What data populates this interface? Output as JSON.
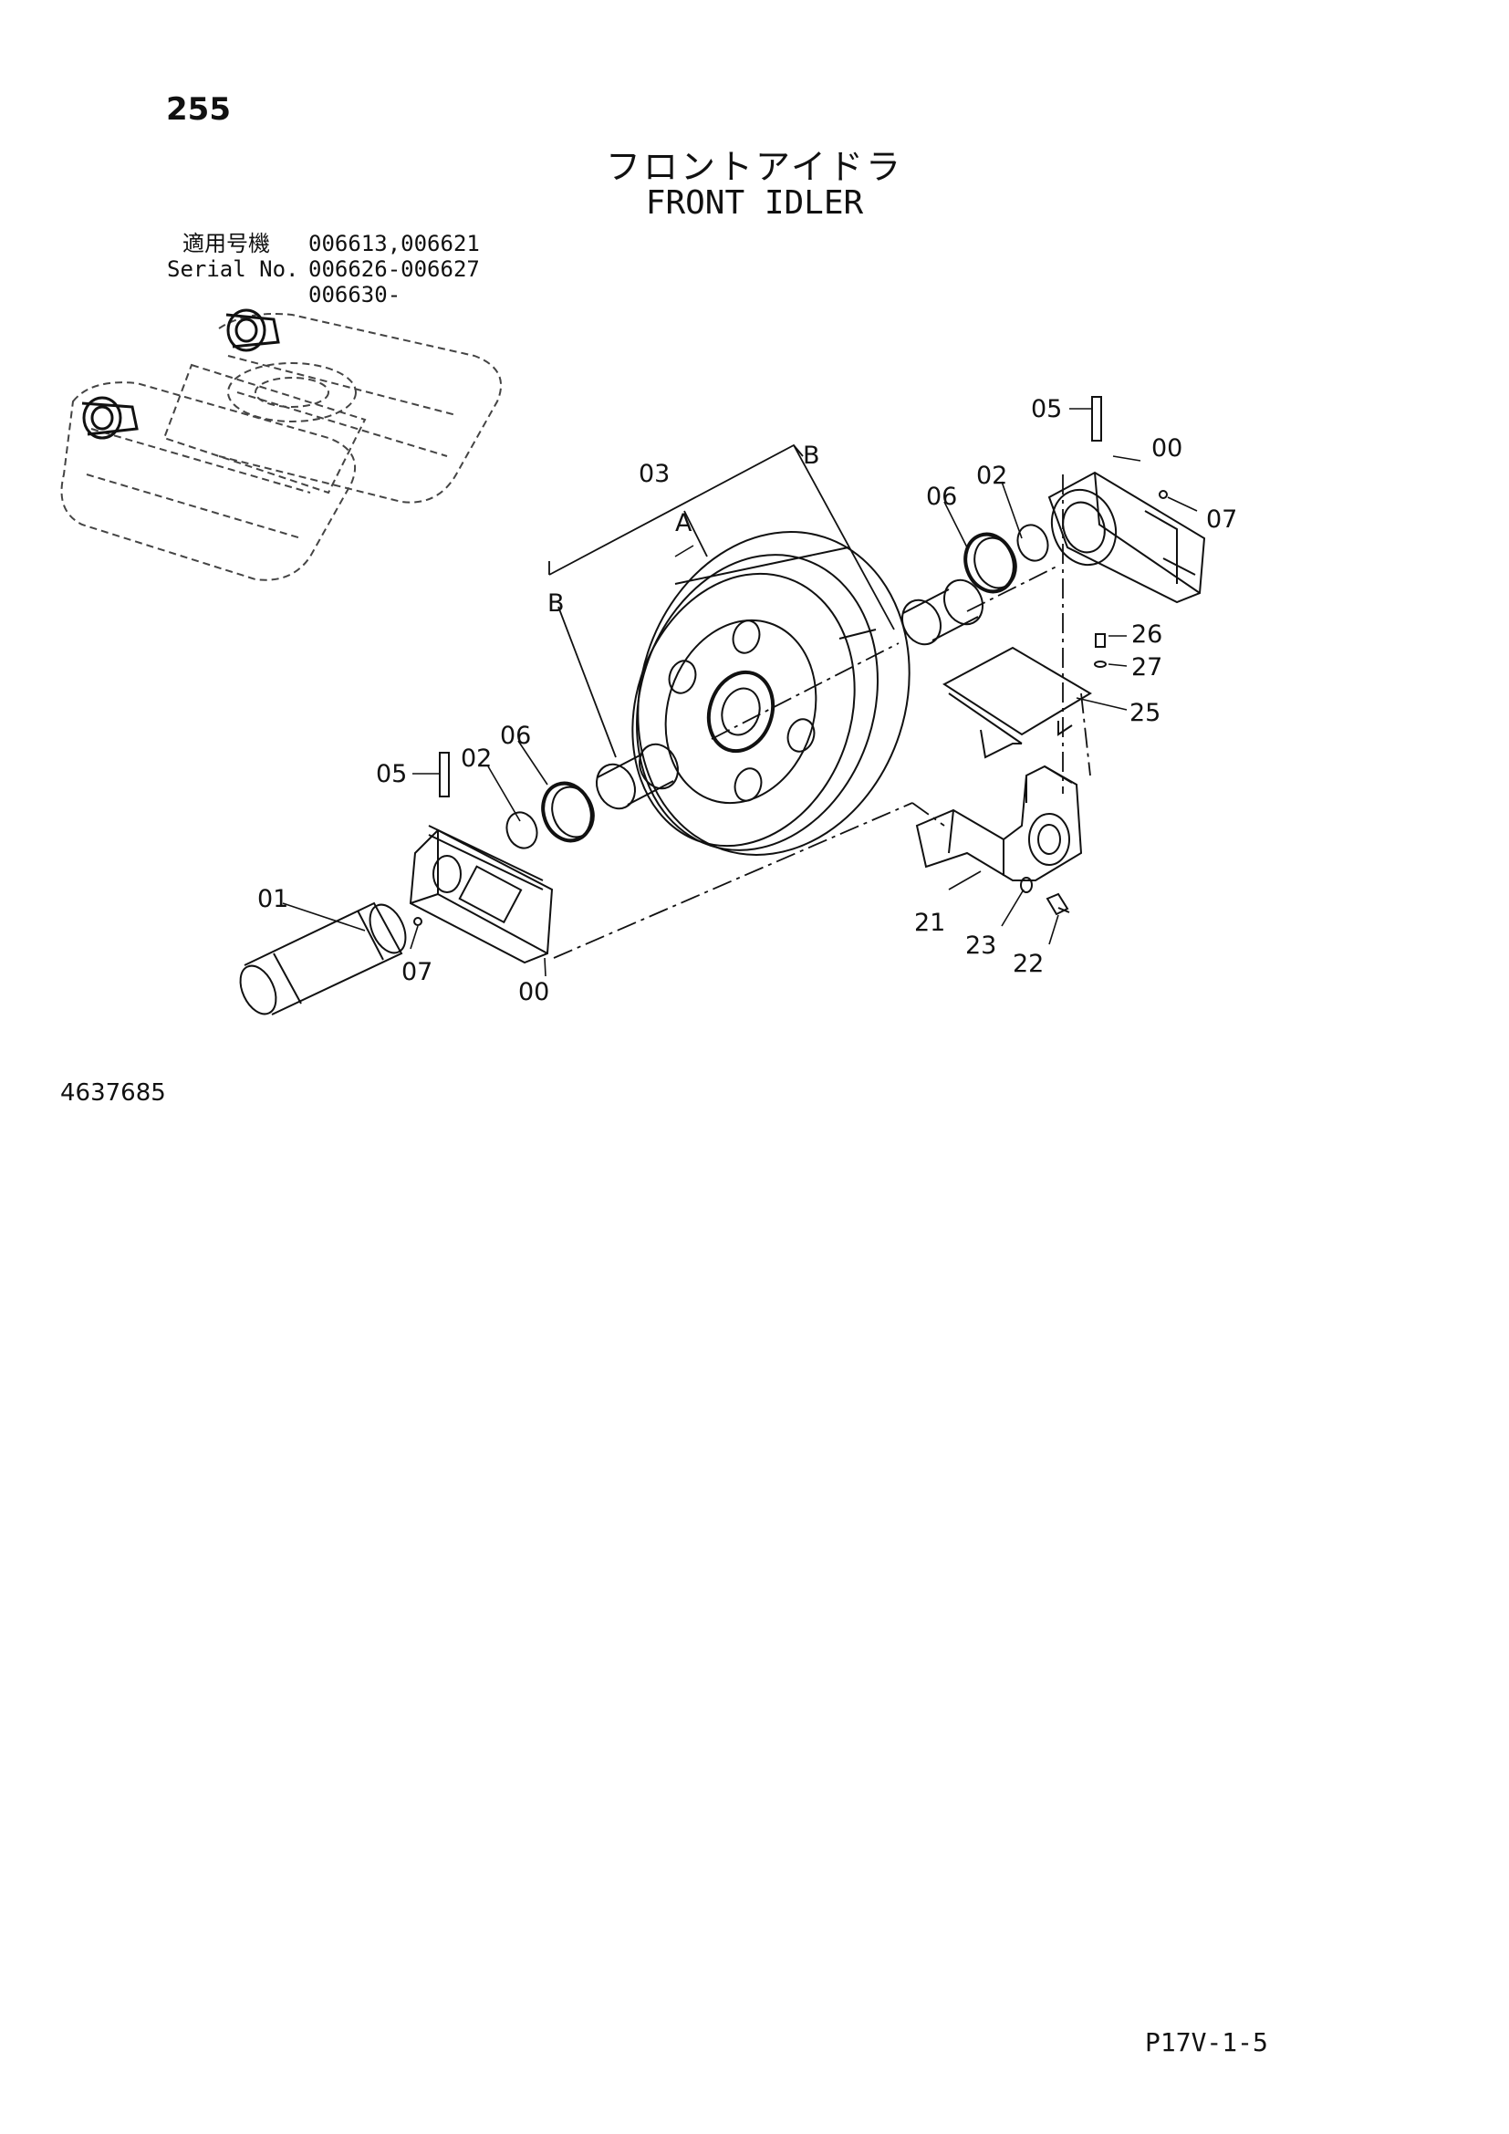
{
  "header": {
    "page_number": "255",
    "title_jp": "フロントアイドラ",
    "title_en": "FRONT IDLER"
  },
  "serial": {
    "label_jp": "適用号機",
    "label_en": "Serial No.",
    "values": [
      "006613,006621",
      "006626-006627",
      "006630-"
    ]
  },
  "callouts": {
    "p00_right": "00",
    "p00_left": "00",
    "p01": "01",
    "p02_right": "02",
    "p02_left": "02",
    "p03": "03",
    "p05_right": "05",
    "p05_left": "05",
    "p06_right": "06",
    "p06_left": "06",
    "p07_right": "07",
    "p07_left": "07",
    "p21": "21",
    "p22": "22",
    "p23": "23",
    "p25": "25",
    "p26": "26",
    "p27": "27",
    "a": "A",
    "b_top": "B",
    "b_left": "B"
  },
  "footer": {
    "drawing_number": "4637685",
    "page_code": "P17V-1-5"
  }
}
